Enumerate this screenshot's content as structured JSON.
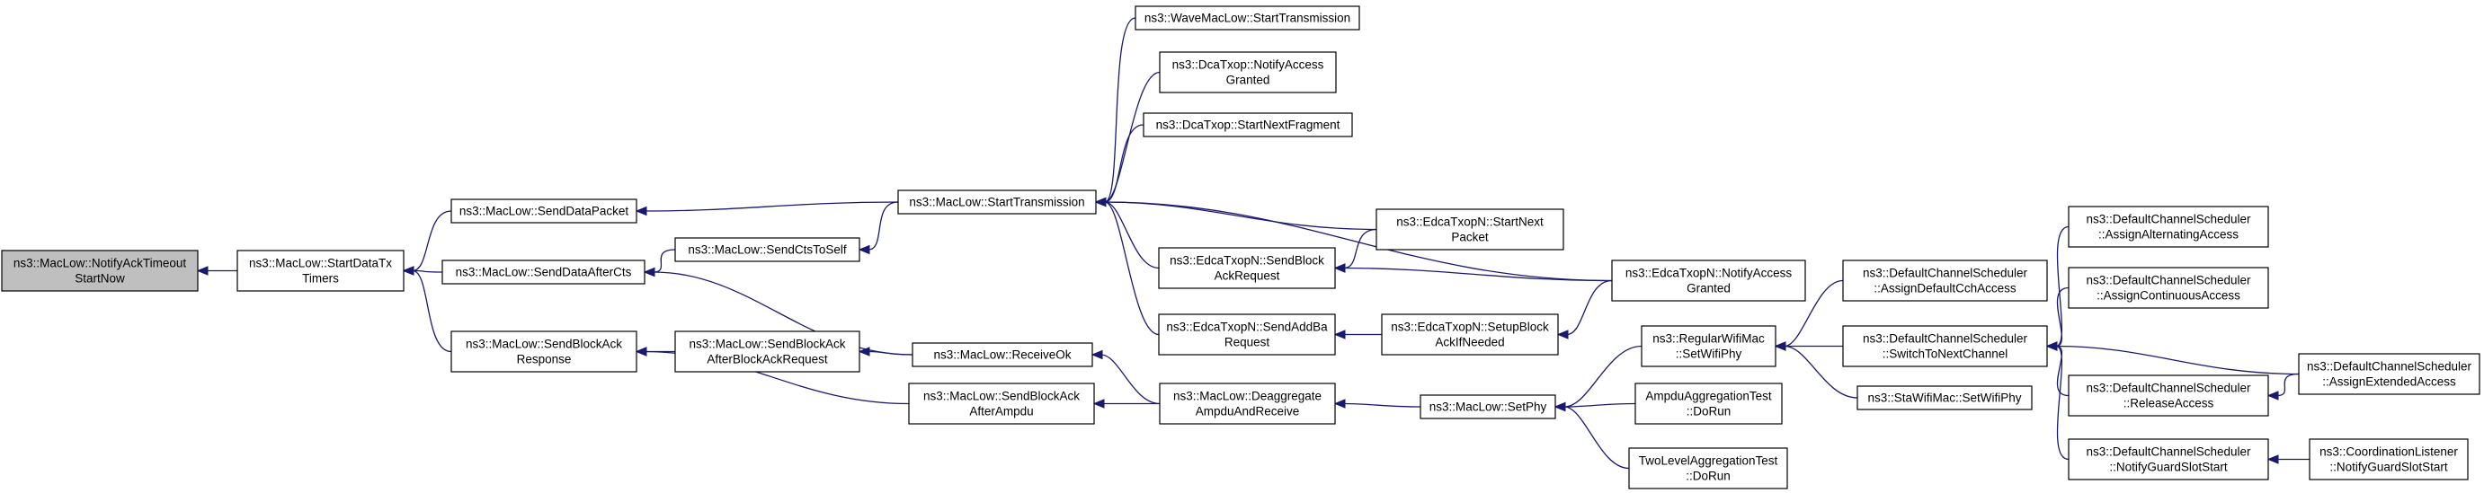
{
  "graph": {
    "colors": {
      "edge": "#191970",
      "root_fill": "#bfbfbf",
      "node_fill": "#ffffff",
      "border": "#000000"
    },
    "nodes": [
      {
        "id": "root",
        "lines": [
          "ns3::MacLow::NotifyAckTimeout",
          "StartNow"
        ]
      },
      {
        "id": "startDataTxTimers",
        "lines": [
          "ns3::MacLow::StartDataTx",
          "Timers"
        ]
      },
      {
        "id": "sendDataPacket",
        "lines": [
          "ns3::MacLow::SendDataPacket"
        ]
      },
      {
        "id": "sendDataAfterCts",
        "lines": [
          "ns3::MacLow::SendDataAfterCts"
        ]
      },
      {
        "id": "sendBlockAckResponse",
        "lines": [
          "ns3::MacLow::SendBlockAck",
          "Response"
        ]
      },
      {
        "id": "sendCtsToSelf",
        "lines": [
          "ns3::MacLow::SendCtsToSelf"
        ]
      },
      {
        "id": "sendBlockAckAfterBlockAckRequest",
        "lines": [
          "ns3::MacLow::SendBlockAck",
          "AfterBlockAckRequest"
        ]
      },
      {
        "id": "sendBlockAckAfterAmpdu",
        "lines": [
          "ns3::MacLow::SendBlockAck",
          "AfterAmpdu"
        ]
      },
      {
        "id": "startTransmission",
        "lines": [
          "ns3::MacLow::StartTransmission"
        ]
      },
      {
        "id": "receiveOk",
        "lines": [
          "ns3::MacLow::ReceiveOk"
        ]
      },
      {
        "id": "waveStartTransmission",
        "lines": [
          "ns3::WaveMacLow::StartTransmission"
        ]
      },
      {
        "id": "dcaNotifyAccessGranted",
        "lines": [
          "ns3::DcaTxop::NotifyAccess",
          "Granted"
        ]
      },
      {
        "id": "dcaStartNextFragment",
        "lines": [
          "ns3::DcaTxop::StartNextFragment"
        ]
      },
      {
        "id": "edcaSendBlockAckRequest",
        "lines": [
          "ns3::EdcaTxopN::SendBlock",
          "AckRequest"
        ]
      },
      {
        "id": "edcaSendAddBaRequest",
        "lines": [
          "ns3::EdcaTxopN::SendAddBa",
          "Request"
        ]
      },
      {
        "id": "deaggregateAmpduAndReceive",
        "lines": [
          "ns3::MacLow::Deaggregate",
          "AmpduAndReceive"
        ]
      },
      {
        "id": "edcaStartNextPacket",
        "lines": [
          "ns3::EdcaTxopN::StartNext",
          "Packet"
        ]
      },
      {
        "id": "edcaSetupBlockAckIfNeeded",
        "lines": [
          "ns3::EdcaTxopN::SetupBlock",
          "AckIfNeeded"
        ]
      },
      {
        "id": "setPhy",
        "lines": [
          "ns3::MacLow::SetPhy"
        ]
      },
      {
        "id": "edcaNotifyAccessGranted",
        "lines": [
          "ns3::EdcaTxopN::NotifyAccess",
          "Granted"
        ]
      },
      {
        "id": "regularSetWifiPhy",
        "lines": [
          "ns3::RegularWifiMac",
          "::SetWifiPhy"
        ]
      },
      {
        "id": "ampduAggregationTestDoRun",
        "lines": [
          "AmpduAggregationTest",
          "::DoRun"
        ]
      },
      {
        "id": "twoLevelAggregationTestDoRun",
        "lines": [
          "TwoLevelAggregationTest",
          "::DoRun"
        ]
      },
      {
        "id": "assignDefaultCchAccess",
        "lines": [
          "ns3::DefaultChannelScheduler",
          "::AssignDefaultCchAccess"
        ]
      },
      {
        "id": "switchToNextChannel",
        "lines": [
          "ns3::DefaultChannelScheduler",
          "::SwitchToNextChannel"
        ]
      },
      {
        "id": "staSetWifiPhy",
        "lines": [
          "ns3::StaWifiMac::SetWifiPhy"
        ]
      },
      {
        "id": "assignAlternatingAccess",
        "lines": [
          "ns3::DefaultChannelScheduler",
          "::AssignAlternatingAccess"
        ]
      },
      {
        "id": "assignContinuousAccess",
        "lines": [
          "ns3::DefaultChannelScheduler",
          "::AssignContinuousAccess"
        ]
      },
      {
        "id": "releaseAccess",
        "lines": [
          "ns3::DefaultChannelScheduler",
          "::ReleaseAccess"
        ]
      },
      {
        "id": "notifyGuardSlotStart",
        "lines": [
          "ns3::DefaultChannelScheduler",
          "::NotifyGuardSlotStart"
        ]
      },
      {
        "id": "assignExtendedAccess",
        "lines": [
          "ns3::DefaultChannelScheduler",
          "::AssignExtendedAccess"
        ]
      },
      {
        "id": "coordinationNotifyGuardSlotStart",
        "lines": [
          "ns3::CoordinationListener",
          "::NotifyGuardSlotStart"
        ]
      }
    ],
    "edges": [
      {
        "from": "startDataTxTimers",
        "to": "root"
      },
      {
        "from": "sendDataPacket",
        "to": "startDataTxTimers"
      },
      {
        "from": "sendDataAfterCts",
        "to": "startDataTxTimers"
      },
      {
        "from": "sendBlockAckResponse",
        "to": "startDataTxTimers"
      },
      {
        "from": "startTransmission",
        "to": "sendDataPacket"
      },
      {
        "from": "sendCtsToSelf",
        "to": "sendDataAfterCts"
      },
      {
        "from": "receiveOk",
        "to": "sendDataAfterCts"
      },
      {
        "from": "sendBlockAckAfterBlockAckRequest",
        "to": "sendBlockAckResponse"
      },
      {
        "from": "sendBlockAckAfterAmpdu",
        "to": "sendBlockAckResponse"
      },
      {
        "from": "startTransmission",
        "to": "sendCtsToSelf"
      },
      {
        "from": "receiveOk",
        "to": "sendBlockAckAfterBlockAckRequest"
      },
      {
        "from": "deaggregateAmpduAndReceive",
        "to": "sendBlockAckAfterAmpdu"
      },
      {
        "from": "deaggregateAmpduAndReceive",
        "to": "receiveOk"
      },
      {
        "from": "waveStartTransmission",
        "to": "startTransmission"
      },
      {
        "from": "dcaNotifyAccessGranted",
        "to": "startTransmission"
      },
      {
        "from": "dcaStartNextFragment",
        "to": "startTransmission"
      },
      {
        "from": "edcaStartNextPacket",
        "to": "startTransmission"
      },
      {
        "from": "edcaNotifyAccessGranted",
        "to": "startTransmission"
      },
      {
        "from": "edcaSendBlockAckRequest",
        "to": "startTransmission"
      },
      {
        "from": "edcaSendAddBaRequest",
        "to": "startTransmission"
      },
      {
        "from": "edcaStartNextPacket",
        "to": "edcaSendBlockAckRequest"
      },
      {
        "from": "edcaNotifyAccessGranted",
        "to": "edcaSendBlockAckRequest"
      },
      {
        "from": "edcaSetupBlockAckIfNeeded",
        "to": "edcaSendAddBaRequest"
      },
      {
        "from": "edcaNotifyAccessGranted",
        "to": "edcaSetupBlockAckIfNeeded"
      },
      {
        "from": "setPhy",
        "to": "deaggregateAmpduAndReceive"
      },
      {
        "from": "regularSetWifiPhy",
        "to": "setPhy"
      },
      {
        "from": "ampduAggregationTestDoRun",
        "to": "setPhy"
      },
      {
        "from": "twoLevelAggregationTestDoRun",
        "to": "setPhy"
      },
      {
        "from": "assignDefaultCchAccess",
        "to": "regularSetWifiPhy"
      },
      {
        "from": "switchToNextChannel",
        "to": "regularSetWifiPhy"
      },
      {
        "from": "staSetWifiPhy",
        "to": "regularSetWifiPhy"
      },
      {
        "from": "assignAlternatingAccess",
        "to": "switchToNextChannel"
      },
      {
        "from": "assignContinuousAccess",
        "to": "switchToNextChannel"
      },
      {
        "from": "assignExtendedAccess",
        "to": "switchToNextChannel"
      },
      {
        "from": "releaseAccess",
        "to": "switchToNextChannel"
      },
      {
        "from": "notifyGuardSlotStart",
        "to": "switchToNextChannel"
      },
      {
        "from": "assignExtendedAccess",
        "to": "releaseAccess"
      },
      {
        "from": "coordinationNotifyGuardSlotStart",
        "to": "notifyGuardSlotStart"
      }
    ]
  }
}
